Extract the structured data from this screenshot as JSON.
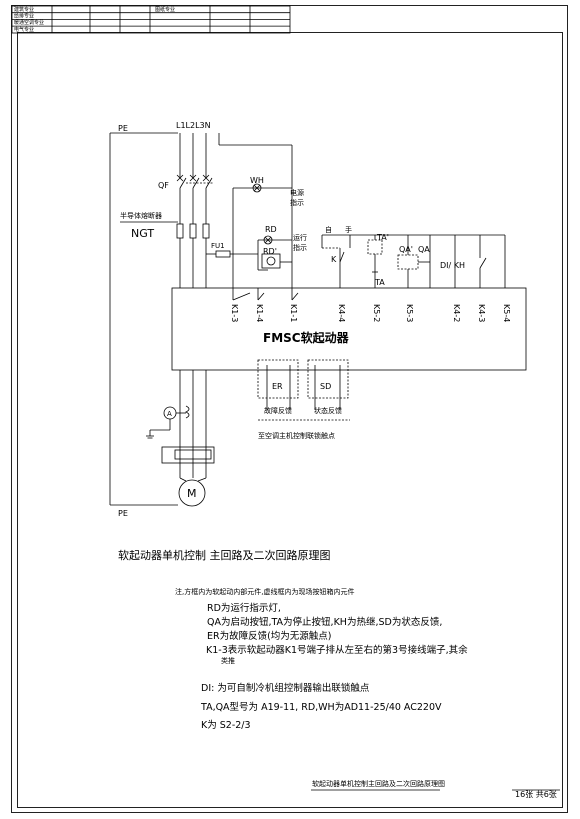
{
  "title_block": {
    "rows": [
      "建筑专业",
      "给排专业",
      "暖通空调专业",
      "电气专业"
    ],
    "mid_label": "图纸专业"
  },
  "diagram": {
    "pe_top": "PE",
    "pe_bottom": "PE",
    "phases": "L1L2L3N",
    "qf": "QF",
    "fuse_label": "半导体熔断器",
    "ngt": "NGT",
    "fu1": "FU1",
    "wh": "WH",
    "power_indicator": [
      "电源",
      "指示"
    ],
    "rd": "RD",
    "rd_prime": "RD'",
    "run_indicator": [
      "运行",
      "指示"
    ],
    "auto_label": "自",
    "manual_label": "手",
    "k_label": "K",
    "ta_prime": "TA'",
    "ta": "TA",
    "qa_prime": "QA'",
    "qa": "QA",
    "di_kh": "DI/ KH",
    "starter": "FMSC软起动器",
    "terminals": [
      "K1-3",
      "K1-4",
      "K1-1",
      "K4-4",
      "K5-2",
      "K5-3",
      "K4-2",
      "K4-3",
      "K5-4"
    ],
    "er": "ER",
    "sd": "SD",
    "fault_feedback": "故障反馈",
    "status_feedback": "状态反馈",
    "to_air_conditioner": "至空调主机控制联锁触点",
    "ammeter": "A",
    "motor": "M"
  },
  "main_title": "软起动器单机控制    主回路及二次回路原理图",
  "notes": {
    "line1": "注,方框内为软起动内部元件,虚线框内为现场按钮箱内元件",
    "line2": "RD为运行指示灯,",
    "line3": "QA为启动按钮,TA为停止按钮,KH为热继,SD为状态反馈,",
    "line4": "ER为故障反馈(均为无源触点)",
    "line5": "K1-3表示软起动器K1号端子排从左至右的第3号接线端子,其余",
    "line6": "类推",
    "line7": "DI: 为可自制冷机组控制器输出联锁触点",
    "line8": "TA,QA型号为 A19-11,  RD,WH为AD11-25/40  AC220V",
    "line9": "K为 S2-2/3"
  },
  "footer": {
    "caption": "软起动器单机控制主回路及二次回路原理图",
    "page": "16张   共6张"
  }
}
